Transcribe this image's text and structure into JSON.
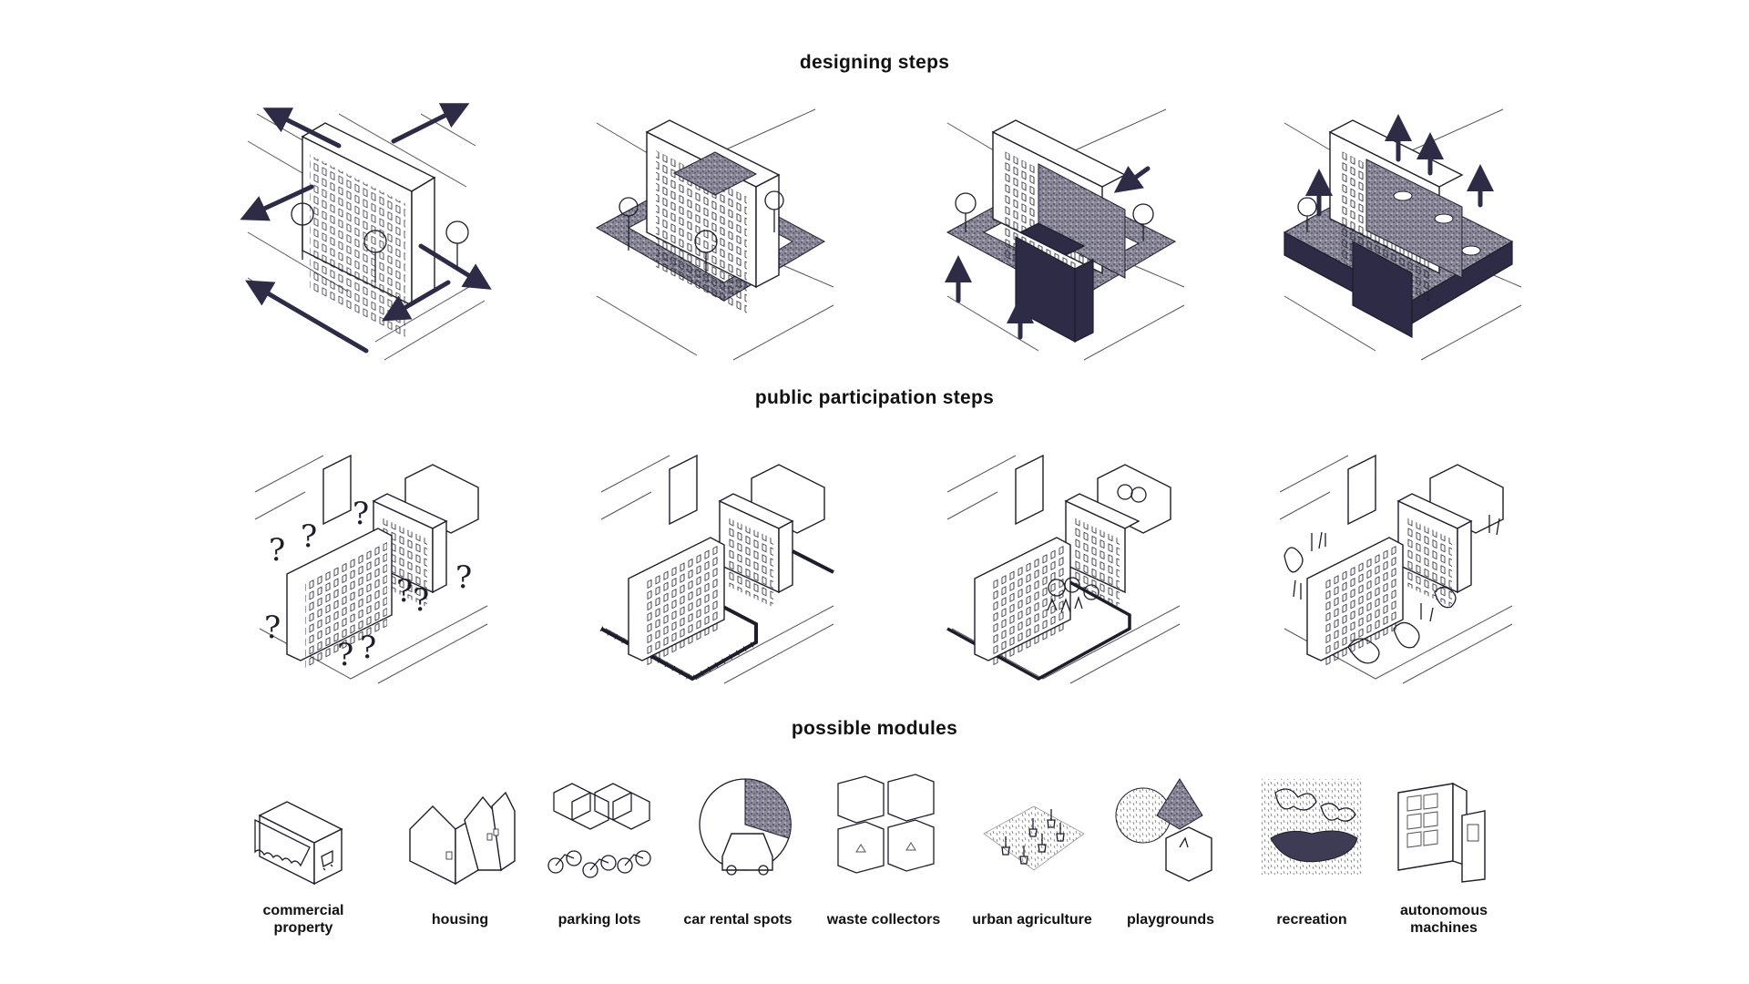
{
  "sections": {
    "designing": {
      "title": "designing steps"
    },
    "participation": {
      "title": "public participation steps"
    },
    "modules": {
      "title": "possible modules"
    }
  },
  "modules": [
    {
      "label": "commercial property",
      "icon": "shop-icon"
    },
    {
      "label": "housing",
      "icon": "houses-icon"
    },
    {
      "label": "parking lots",
      "icon": "cars-bikes-icon"
    },
    {
      "label": "car rental spots",
      "icon": "car-rental-icon"
    },
    {
      "label": "waste collectors",
      "icon": "recycling-bins-icon"
    },
    {
      "label": "urban agriculture",
      "icon": "plant-pots-icon"
    },
    {
      "label": "playgrounds",
      "icon": "geometric-shapes-icon"
    },
    {
      "label": "recreation",
      "icon": "pond-icon"
    },
    {
      "label": "autonomous machines",
      "icon": "vending-machines-icon"
    }
  ],
  "colors": {
    "ink": "#1d1d2b",
    "accent": "#2d2b45"
  }
}
